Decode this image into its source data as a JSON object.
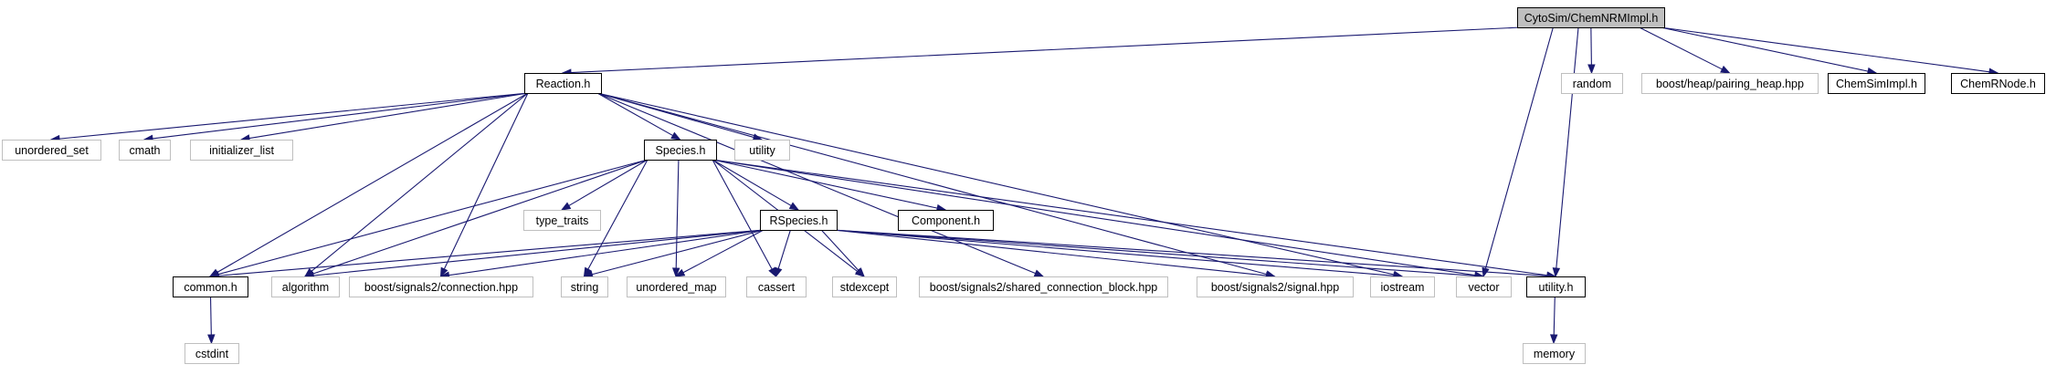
{
  "graph": {
    "nodes": [
      {
        "id": "root",
        "label": "CytoSim/ChemNRMImpl.h",
        "style": "root"
      },
      {
        "id": "reaction",
        "label": "Reaction.h",
        "style": "documented"
      },
      {
        "id": "random",
        "label": "random",
        "style": "external"
      },
      {
        "id": "pairing_heap",
        "label": "boost/heap/pairing_heap.hpp",
        "style": "external"
      },
      {
        "id": "chemsimimpl",
        "label": "ChemSimImpl.h",
        "style": "documented"
      },
      {
        "id": "chemrnode",
        "label": "ChemRNode.h",
        "style": "documented"
      },
      {
        "id": "unordered_set",
        "label": "unordered_set",
        "style": "external"
      },
      {
        "id": "cmath",
        "label": "cmath",
        "style": "external"
      },
      {
        "id": "initializer_list",
        "label": "initializer_list",
        "style": "external"
      },
      {
        "id": "species",
        "label": "Species.h",
        "style": "documented"
      },
      {
        "id": "utility",
        "label": "utility",
        "style": "external"
      },
      {
        "id": "type_traits",
        "label": "type_traits",
        "style": "external"
      },
      {
        "id": "rspecies",
        "label": "RSpecies.h",
        "style": "documented"
      },
      {
        "id": "component",
        "label": "Component.h",
        "style": "documented"
      },
      {
        "id": "common",
        "label": "common.h",
        "style": "documented"
      },
      {
        "id": "algorithm",
        "label": "algorithm",
        "style": "external"
      },
      {
        "id": "connection",
        "label": "boost/signals2/connection.hpp",
        "style": "external"
      },
      {
        "id": "string",
        "label": "string",
        "style": "external"
      },
      {
        "id": "unordered_map",
        "label": "unordered_map",
        "style": "external"
      },
      {
        "id": "cassert",
        "label": "cassert",
        "style": "external"
      },
      {
        "id": "stdexcept",
        "label": "stdexcept",
        "style": "external"
      },
      {
        "id": "shared_conn",
        "label": "boost/signals2/shared_connection_block.hpp",
        "style": "external"
      },
      {
        "id": "signal",
        "label": "boost/signals2/signal.hpp",
        "style": "external"
      },
      {
        "id": "iostream",
        "label": "iostream",
        "style": "external"
      },
      {
        "id": "vector",
        "label": "vector",
        "style": "external"
      },
      {
        "id": "utility_h",
        "label": "utility.h",
        "style": "documented"
      },
      {
        "id": "cstdint",
        "label": "cstdint",
        "style": "external"
      },
      {
        "id": "memory",
        "label": "memory",
        "style": "external"
      }
    ],
    "edges": [
      [
        "root",
        "reaction"
      ],
      [
        "root",
        "random"
      ],
      [
        "root",
        "pairing_heap"
      ],
      [
        "root",
        "chemsimimpl"
      ],
      [
        "root",
        "chemrnode"
      ],
      [
        "root",
        "vector"
      ],
      [
        "root",
        "utility_h"
      ],
      [
        "reaction",
        "unordered_set"
      ],
      [
        "reaction",
        "cmath"
      ],
      [
        "reaction",
        "initializer_list"
      ],
      [
        "reaction",
        "species"
      ],
      [
        "reaction",
        "utility"
      ],
      [
        "reaction",
        "common"
      ],
      [
        "reaction",
        "algorithm"
      ],
      [
        "reaction",
        "connection"
      ],
      [
        "reaction",
        "shared_conn"
      ],
      [
        "reaction",
        "signal"
      ],
      [
        "reaction",
        "iostream"
      ],
      [
        "species",
        "type_traits"
      ],
      [
        "species",
        "rspecies"
      ],
      [
        "species",
        "component"
      ],
      [
        "species",
        "common"
      ],
      [
        "species",
        "algorithm"
      ],
      [
        "species",
        "string"
      ],
      [
        "species",
        "unordered_map"
      ],
      [
        "species",
        "cassert"
      ],
      [
        "species",
        "stdexcept"
      ],
      [
        "species",
        "vector"
      ],
      [
        "species",
        "utility_h"
      ],
      [
        "rspecies",
        "common"
      ],
      [
        "rspecies",
        "algorithm"
      ],
      [
        "rspecies",
        "connection"
      ],
      [
        "rspecies",
        "string"
      ],
      [
        "rspecies",
        "unordered_map"
      ],
      [
        "rspecies",
        "cassert"
      ],
      [
        "rspecies",
        "stdexcept"
      ],
      [
        "rspecies",
        "signal"
      ],
      [
        "rspecies",
        "iostream"
      ],
      [
        "rspecies",
        "vector"
      ],
      [
        "rspecies",
        "utility_h"
      ],
      [
        "common",
        "cstdint"
      ],
      [
        "utility_h",
        "memory"
      ]
    ]
  },
  "colors": {
    "edge": "#191970",
    "root_fill": "#bfbfbf",
    "documented_border": "#000000",
    "external_border": "#bfbfbf"
  }
}
